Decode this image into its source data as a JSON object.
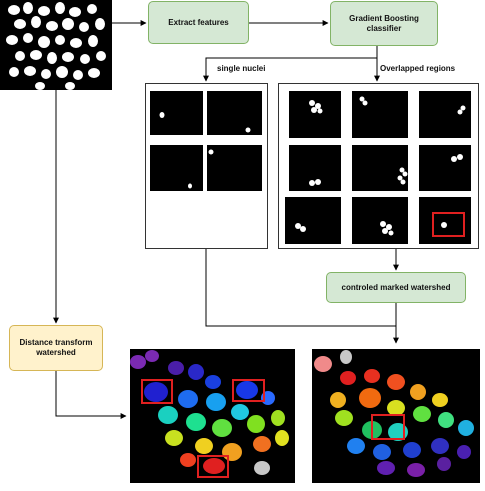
{
  "nodes": {
    "extract_features": "Extract features",
    "gb_line1": "Gradient Boosting",
    "gb_line2": "classifier",
    "controlled_watershed": "controled marked watershed",
    "dt_line1": "Distance transform",
    "dt_line2": "watershed"
  },
  "edge_labels": {
    "single_nuclei": "single nuclei",
    "overlapped_regions": "Overlapped regions"
  },
  "colors": {
    "node_green_fill": "#d5e8d4",
    "node_green_border": "#82b366",
    "node_yellow_fill": "#fff2cc",
    "node_yellow_border": "#d6b656",
    "highlight_box": "#e02020",
    "edge": "#000000"
  }
}
